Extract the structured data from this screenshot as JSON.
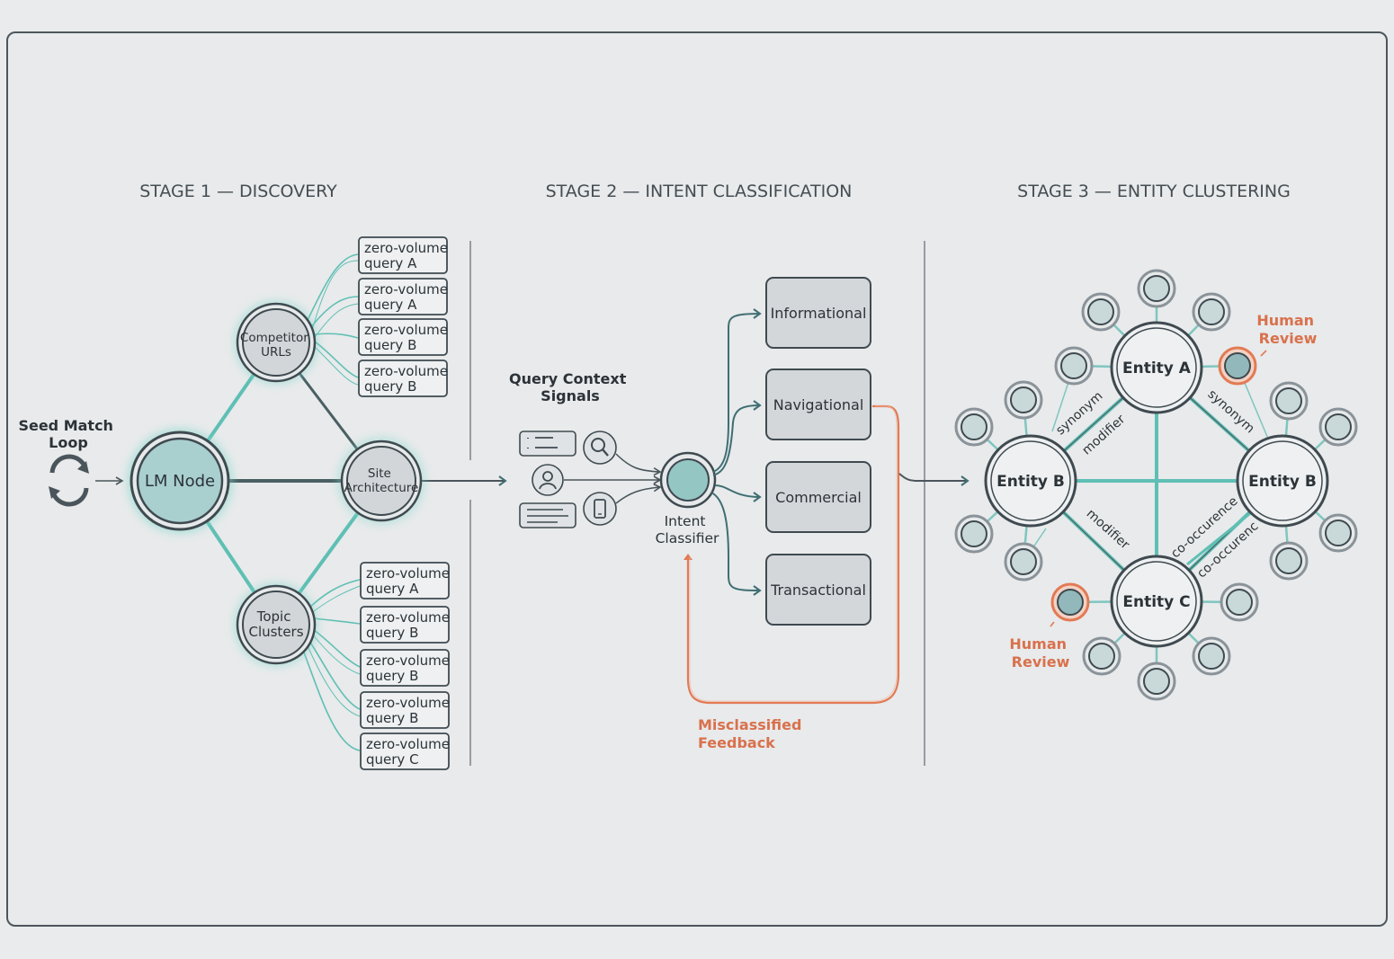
{
  "stages": {
    "s1": "STAGE 1 — DISCOVERY",
    "s2": "STAGE 2 — INTENT CLASSIFICATION",
    "s3": "STAGE 3 — ENTITY CLUSTERING"
  },
  "discovery": {
    "seed_loop": [
      "Seed Match",
      "Loop"
    ],
    "lm_node": "LM Node",
    "competitor": [
      "Competitor",
      "URLs"
    ],
    "site_arch": [
      "Site",
      "Architecture"
    ],
    "topic": [
      "Topic",
      "Clusters"
    ],
    "queries_top": [
      [
        "zero-volume",
        "query A"
      ],
      [
        "zero-volume",
        "query A"
      ],
      [
        "zero-volume",
        "query B"
      ],
      [
        "zero-volume",
        "query B"
      ]
    ],
    "queries_bottom": [
      [
        "zero-volume",
        "query A"
      ],
      [
        "zero-volume",
        "query B"
      ],
      [
        "zero-volume",
        "query B"
      ],
      [
        "zero-volume",
        "query B"
      ],
      [
        "zero-volume",
        "query C"
      ]
    ]
  },
  "classification": {
    "signals": [
      "Query Context",
      "Signals"
    ],
    "classifier": [
      "Intent",
      "Classifier"
    ],
    "intents": [
      "Informational",
      "Navigational",
      "Commercial",
      "Transactional"
    ],
    "feedback": [
      "Misclassified",
      "Feedback"
    ]
  },
  "clustering": {
    "entity_a": "Entity A",
    "entity_b_left": "Entity B",
    "entity_b_right": "Entity B",
    "entity_c": "Entity C",
    "edge_labels": [
      "synonym",
      "modifier",
      "synonym",
      "modifier",
      "co-occurence",
      "co-occurenc"
    ],
    "human_review_top": [
      "Human",
      "Review"
    ],
    "human_review_bottom": [
      "Human",
      "Review"
    ]
  },
  "colors": {
    "teal": "#5fbfb4",
    "teal_fill": "#a9cfcf",
    "dark": "#3f4a50",
    "node_gray": "#d4d7da",
    "orange": "#e27a55",
    "background": "#e8eaeb"
  }
}
